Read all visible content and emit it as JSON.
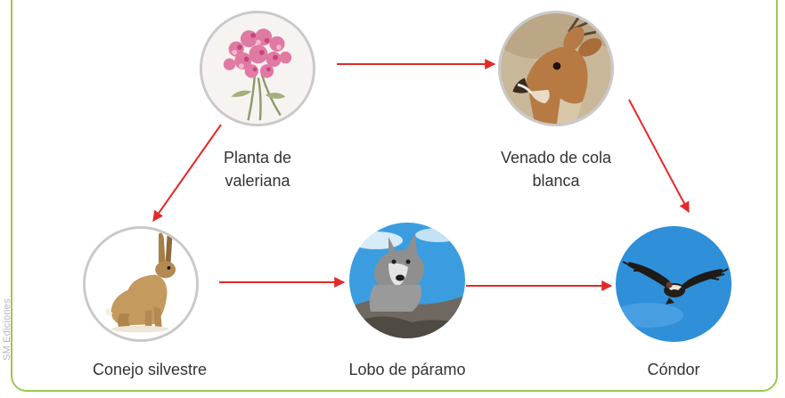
{
  "credit": "SM Ediciones",
  "colors": {
    "arrow": "#e22a2a",
    "frame": "#9bc84f",
    "node_border": "#c9c9c9"
  },
  "nodes": [
    {
      "id": "planta",
      "label_lines": [
        "Planta de",
        "valeriana"
      ],
      "icon": "pink-flower-icon"
    },
    {
      "id": "venado",
      "label_lines": [
        "Venado de cola",
        "blanca"
      ],
      "icon": "deer-head-icon"
    },
    {
      "id": "conejo",
      "label_lines": [
        "Conejo silvestre"
      ],
      "icon": "hare-icon"
    },
    {
      "id": "lobo",
      "label_lines": [
        "Lobo de páramo"
      ],
      "icon": "wolf-icon"
    },
    {
      "id": "condor",
      "label_lines": [
        "Cóndor"
      ],
      "icon": "condor-icon"
    }
  ],
  "edges": [
    {
      "from": "planta",
      "to": "venado"
    },
    {
      "from": "planta",
      "to": "conejo"
    },
    {
      "from": "venado",
      "to": "condor"
    },
    {
      "from": "conejo",
      "to": "lobo"
    },
    {
      "from": "lobo",
      "to": "condor"
    }
  ]
}
